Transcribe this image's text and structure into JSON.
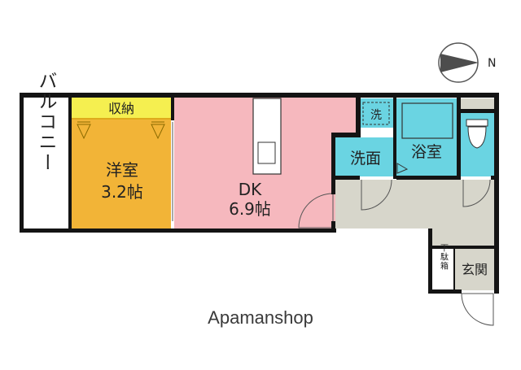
{
  "rooms": {
    "balcony": "バルコニー",
    "storage": "収納",
    "western_room": {
      "name": "洋室",
      "size": "3.2帖"
    },
    "dk": {
      "name": "DK",
      "size": "6.9帖"
    },
    "washer_space": "洗",
    "washroom": "洗面",
    "bathroom": "浴室",
    "shoe_box": "下駄箱",
    "entrance": "玄関"
  },
  "compass": {
    "label": "N"
  },
  "watermark": "Apamanshop",
  "colors": {
    "wall": "#141414",
    "balcony": "#ffffff",
    "storage": "#f5ef50",
    "western_room": "#f2b437",
    "dk": "#f6b8be",
    "wet_area": "#6ad4e2",
    "hall": "#d7d6cb",
    "closet_line": "#c9a000",
    "compass_fill": "#4d4d4d"
  }
}
